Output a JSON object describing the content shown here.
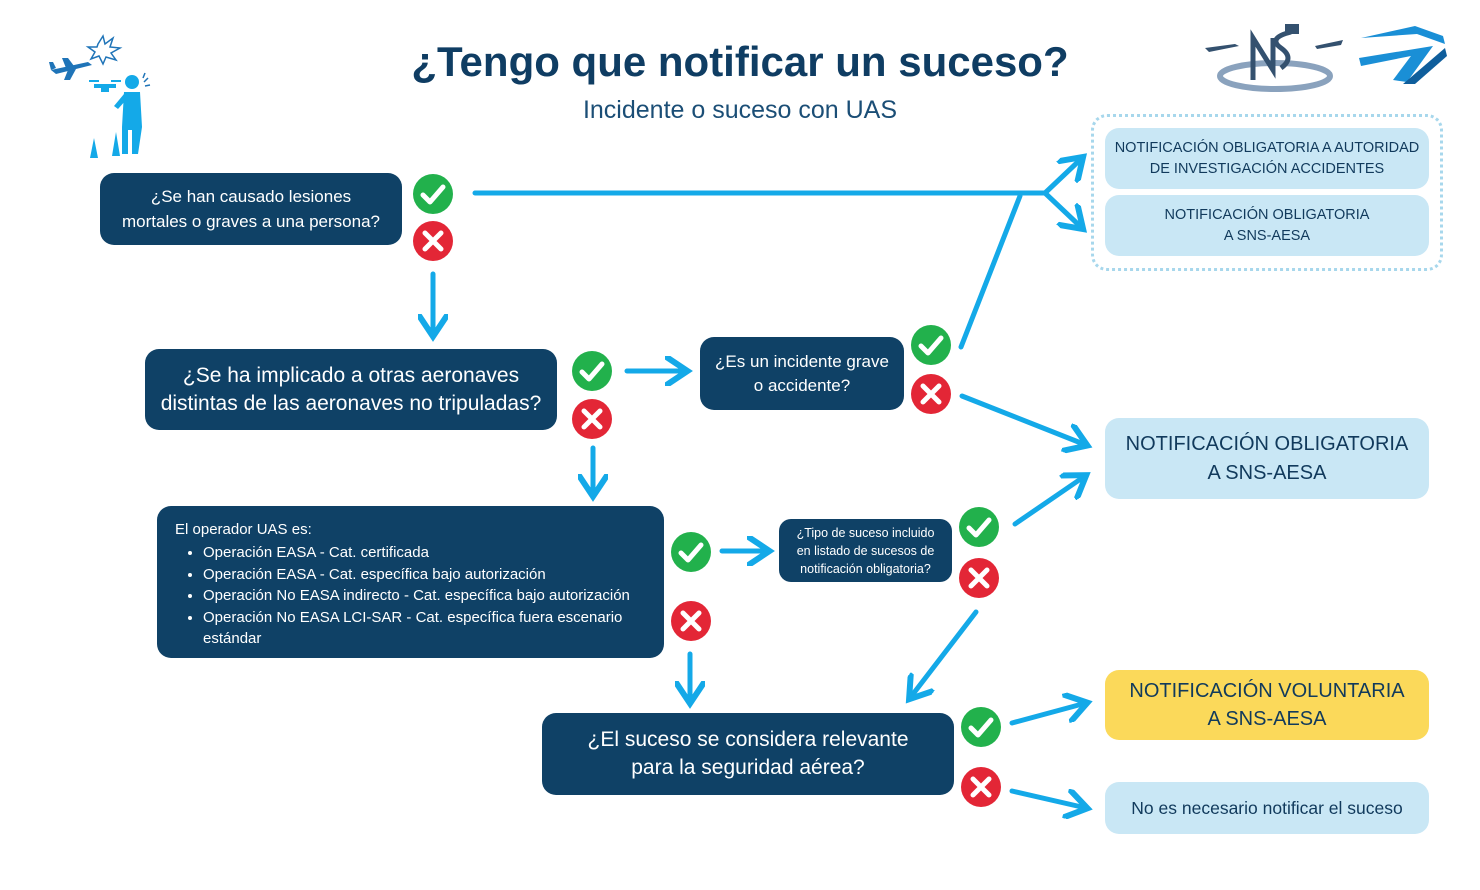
{
  "header": {
    "title": "¿Tengo que notificar un suceso?",
    "subtitle": "Incidente o suceso con UAS"
  },
  "questions": {
    "q1": "¿Se han causado lesiones\nmortales o graves a una persona?",
    "q2": "¿Se ha implicado a otras aeronaves\ndistintas de las aeronaves no tripuladas?",
    "q3": "¿Es un incidente grave\no accidente?",
    "q4": {
      "intro": "El operador UAS es:",
      "items": [
        "Operación EASA - Cat. certificada",
        "Operación EASA - Cat. específica bajo autorización",
        "Operación No EASA indirecto - Cat. específica bajo autorización",
        "Operación No EASA LCI-SAR - Cat. específica fuera escenario estándar"
      ]
    },
    "q5": "¿Tipo de suceso incluido\nen listado de sucesos de\nnotificación obligatoria?",
    "q6": "¿El suceso se considera relevante\npara la seguridad aérea?"
  },
  "outcomes": {
    "o1": "NOTIFICACIÓN OBLIGATORIA A AUTORIDAD\nDE INVESTIGACIÓN ACCIDENTES",
    "o2": "NOTIFICACIÓN OBLIGATORIA\nA SNS-AESA",
    "o3": "NOTIFICACIÓN OBLIGATORIA\nA SNS-AESA",
    "o4": "NOTIFICACIÓN VOLUNTARIA\nA SNS-AESA",
    "o5": "No es necesario notificar el suceso"
  },
  "colors": {
    "question_box": "#0f4166",
    "outcome_blue": "#c9e7f5",
    "outcome_yellow": "#fbd95a",
    "arrow": "#14a9e8",
    "yes": "#22b14c",
    "no": "#e32636",
    "title": "#0f3d63"
  },
  "icons": [
    "drone-pilot-illustration",
    "airport-logo",
    "aesa-logo",
    "check-icon",
    "cross-icon"
  ]
}
